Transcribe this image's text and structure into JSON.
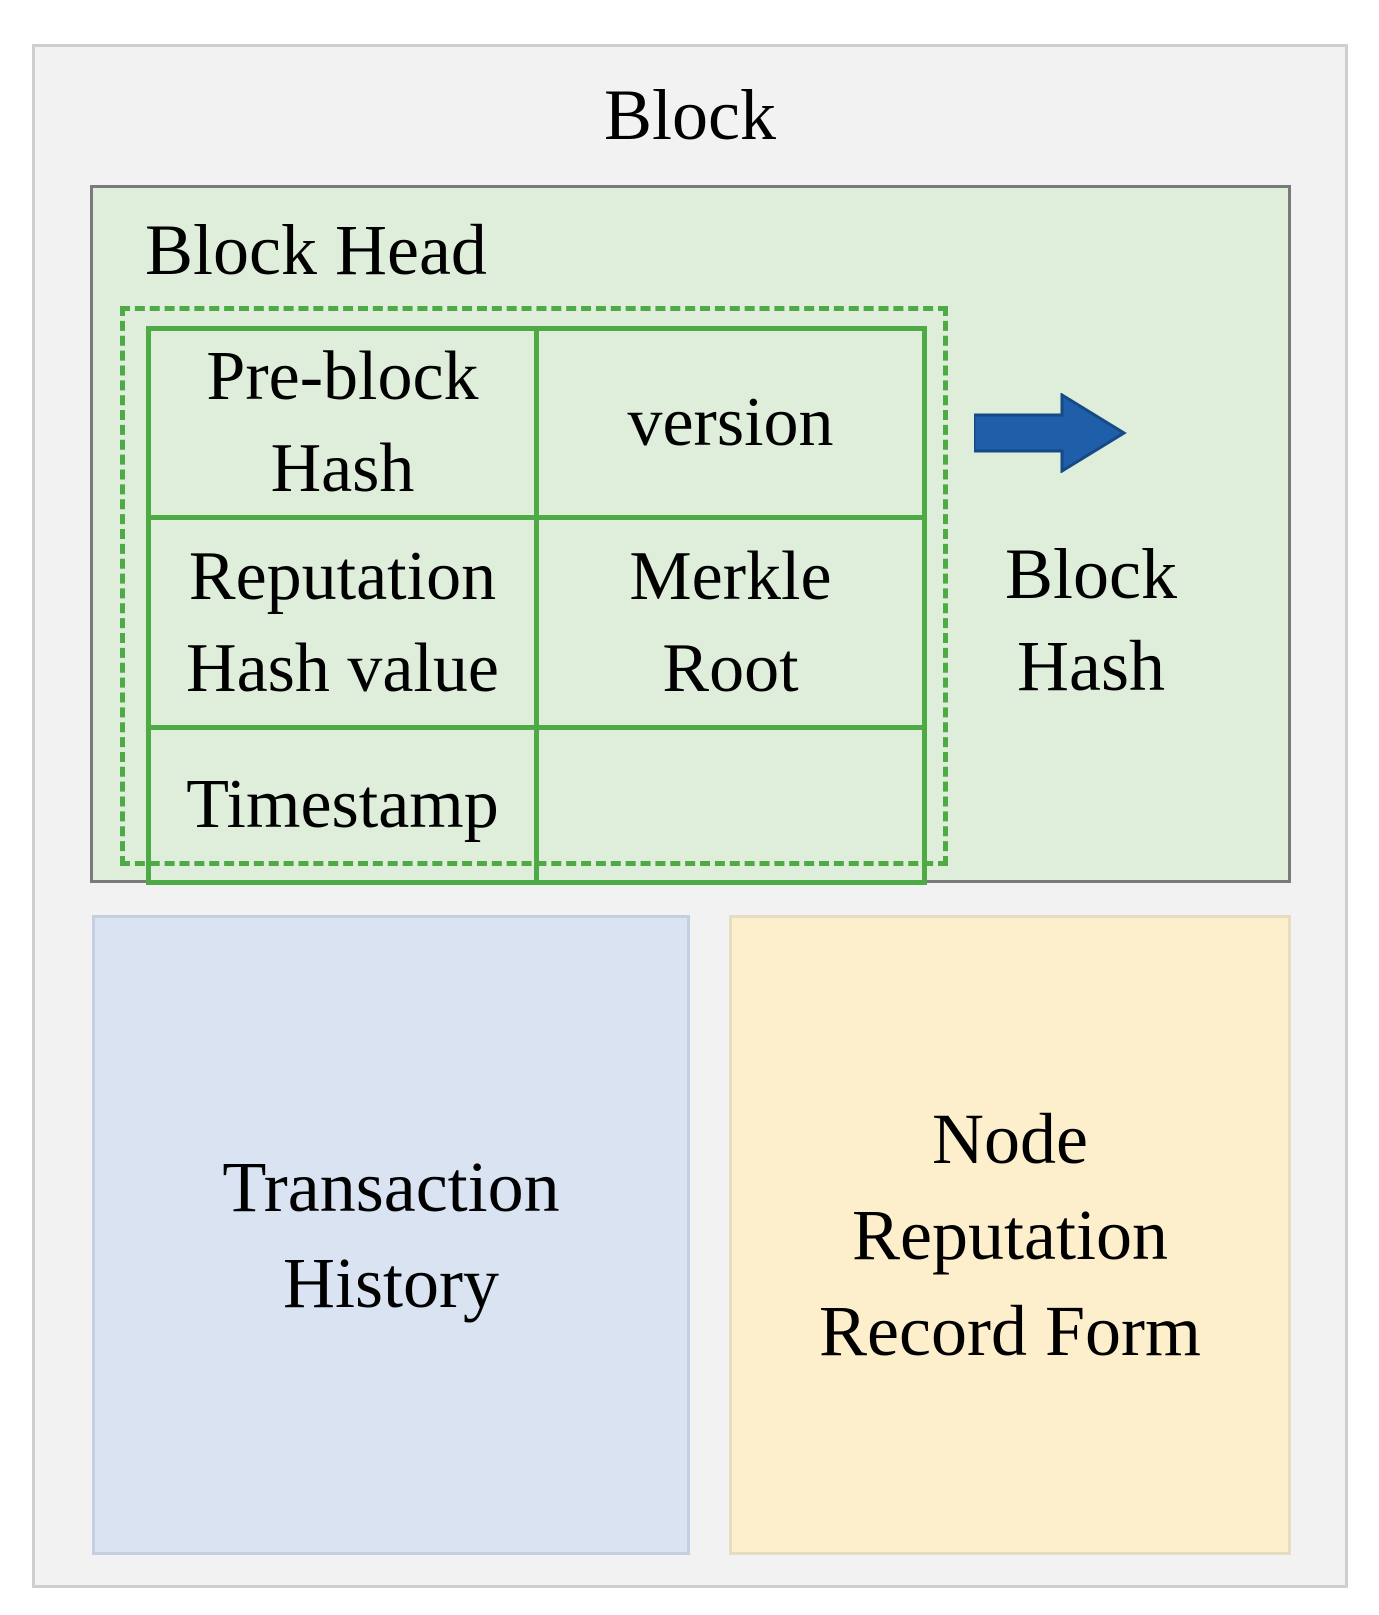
{
  "block": {
    "title": "Block",
    "head": {
      "title": "Block Head",
      "fields": [
        [
          "Pre-block\nHash",
          "version"
        ],
        [
          "Reputation\nHash value",
          "Merkle\nRoot"
        ],
        [
          "Timestamp",
          ""
        ]
      ],
      "arrow_icon": "right-arrow-icon",
      "arrow_color": "#1f5ea8",
      "output": "Block\nHash"
    },
    "transaction_history": "Transaction\nHistory",
    "reputation_form": "Node\nReputation\nRecord Form"
  },
  "colors": {
    "block_bg": "#f2f2f2",
    "head_bg": "#deeedb",
    "field_border": "#4daa44",
    "transaction_bg": "#d9e3f2",
    "reputation_bg": "#fdefcb"
  }
}
